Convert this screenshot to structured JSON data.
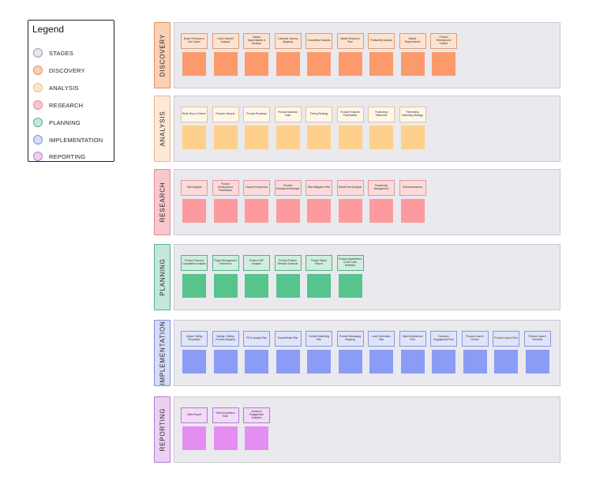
{
  "legend": {
    "title": "Legend",
    "items": [
      {
        "label": "STAGES",
        "fill": "#e6e8ee",
        "stroke": "#9aa0aa"
      },
      {
        "label": "DISCOVERY",
        "fill": "#fbd0b4",
        "stroke": "#e09060"
      },
      {
        "label": "ANALYSIS",
        "fill": "#fde6c8",
        "stroke": "#e8c080"
      },
      {
        "label": "RESEARCH",
        "fill": "#f8c8cc",
        "stroke": "#e08c94"
      },
      {
        "label": "PLANNING",
        "fill": "#c4e8d8",
        "stroke": "#5aae88"
      },
      {
        "label": "IMPLEMENTATION",
        "fill": "#d6dcf8",
        "stroke": "#7f8fd8"
      },
      {
        "label": "REPORTING",
        "fill": "#ecd0f4",
        "stroke": "#b87cd0"
      }
    ]
  },
  "rows": [
    {
      "stage": "DISCOVERY",
      "tab_fill": "#fbd0b4",
      "tab_stroke": "#e09060",
      "card_fill": "#fde2d0",
      "card_stroke": "#e09a70",
      "sticky_color": "#fc9a6c",
      "cards": [
        "Buyer Personas & Use Cases",
        "Cost & Benefit Analysis",
        "Market Segmentation & Analysis",
        "Customer Journey Mapping",
        "Competitive Analysis",
        "Market Research Plan",
        "Profitability Analysis",
        "Market Requirements",
        "Product Development Charter"
      ]
    },
    {
      "stage": "ANALYSIS",
      "tab_fill": "#fde9d6",
      "tab_stroke": "#e8b890",
      "card_fill": "#fff6ea",
      "card_stroke": "#e8c490",
      "sticky_color": "#ffd08c",
      "cards": [
        "Build, Buy or Partner",
        "Product Lifecycle",
        "Product Roadmap",
        "Product Business Case",
        "Pricing Strategy",
        "Product Features Prioritization",
        "Positioning Statement",
        "Partnership Marketing Strategy"
      ]
    },
    {
      "stage": "RESEARCH",
      "tab_fill": "#f8c8cc",
      "tab_stroke": "#e08c94",
      "card_fill": "#fbdadc",
      "card_stroke": "#e29aa0",
      "sticky_color": "#fc9a9e",
      "cards": [
        "Risk Analysis",
        "Product Development Prioritization",
        "Finance Projections",
        "Product Development Budget",
        "Risk Mitigation Plan",
        "Break Even Analysis",
        "Partnership Management",
        "Risk Assessment"
      ]
    },
    {
      "stage": "PLANNING",
      "tab_fill": "#c4e8d8",
      "tab_stroke": "#5aae88",
      "card_fill": "#cfeee0",
      "card_stroke": "#5aae88",
      "sticky_color": "#56c48c",
      "cards": [
        "Product Features Competitive Analysis",
        "Project Management Framework",
        "Product GAP Analysis",
        "Product Feature Release Schedule",
        "Project Status Report",
        "Product Applications & Use Case Definition"
      ]
    },
    {
      "stage": "IMPLEMENTATION",
      "tab_fill": "#d6dcf8",
      "tab_stroke": "#7f8fd8",
      "card_fill": "#dfe4fb",
      "card_stroke": "#8a98dc",
      "sticky_color": "#8a9cf6",
      "cards": [
        "Unique Selling Proposition",
        "Buying / Selling Process Mapping",
        "PR & Analyst Plan",
        "Social Media Plan",
        "Content Marketing Plan",
        "Product Messaging Mapping",
        "Lead Generation Plan",
        "Sales Enablement Plan",
        "Customer Engagement Plan",
        "Product Launch Charter",
        "Product Launch Plan",
        "Product Launch Checklist"
      ]
    },
    {
      "stage": "REPORTING",
      "tab_fill": "#ecd0f4",
      "tab_stroke": "#b87cd0",
      "card_fill": "#f2daf8",
      "card_stroke": "#b87cd0",
      "sticky_color": "#e48ef2",
      "cards": [
        "Sales Report",
        "Client Acquisition Rate",
        "Audience Engagement Analytics"
      ]
    }
  ]
}
